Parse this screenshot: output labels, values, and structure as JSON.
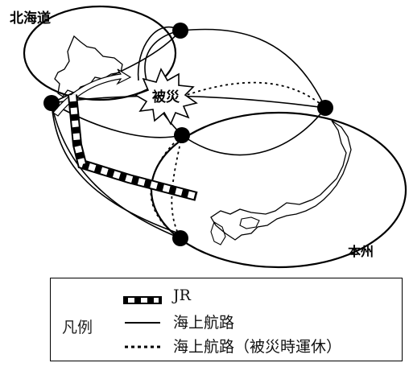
{
  "labels": {
    "hokkaido": "北海道",
    "honshu": "本州",
    "disaster": "被災"
  },
  "legend": {
    "title": "凡例",
    "items": [
      {
        "symbol": "rail",
        "text": "JR"
      },
      {
        "symbol": "solid",
        "text": "海上航路"
      },
      {
        "symbol": "dotted",
        "text": "海上航路（被災時運休）"
      }
    ]
  },
  "colors": {
    "ink": "#000000",
    "background": "#ffffff"
  }
}
